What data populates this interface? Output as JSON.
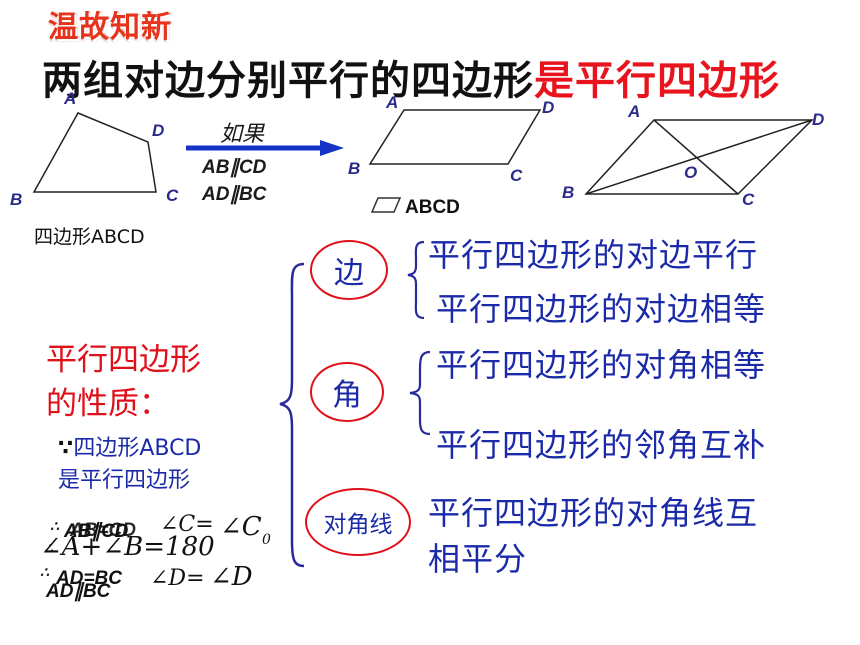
{
  "header": {
    "badge": "温故知新",
    "title_main": "两组对边分别平行的四边形",
    "title_highlight": "是平行四边形"
  },
  "figure1": {
    "points": [
      "A",
      "D",
      "B",
      "C"
    ],
    "caption": "四边形ABCD"
  },
  "arrow": {
    "label": "如果",
    "cond1": "AB∥CD",
    "cond2": "AD∥BC"
  },
  "figure2": {
    "points": [
      "A",
      "D",
      "B",
      "C"
    ],
    "caption": "ABCD"
  },
  "figure3": {
    "points": [
      "A",
      "D",
      "O",
      "B",
      "C"
    ]
  },
  "properties": {
    "heading_line1": "平行四边形",
    "heading_line2": "的性质：",
    "because_symbol": "∵",
    "because_line1": "四边形ABCD",
    "because_line2": "是平行四边形",
    "categories": [
      "边",
      "角",
      "对角线"
    ],
    "side_items": [
      "平行四边形的对边平行",
      "平行四边形的对边相等"
    ],
    "angle_items": [
      "平行四边形的对角相等",
      "平行四边形的邻角互补"
    ],
    "diagonal_line1": "平行四边形的对角线互",
    "diagonal_line2": "相平分"
  },
  "overlap": {
    "a": "AB∥CD",
    "b": "AB=CD",
    "c": "∠A+∠B=180",
    "d": "AD∥BC",
    "e": "AD=BC",
    "f": "∠C=",
    "g": "∠C",
    "h": "∠D=",
    "i": "∠D",
    "sym1": "∴",
    "sym2": "∴",
    "sym3": "∴",
    "zero": "0"
  },
  "colors": {
    "red": "#e0101a",
    "blue": "#1a2aa8",
    "arrow": "#1633c8"
  }
}
